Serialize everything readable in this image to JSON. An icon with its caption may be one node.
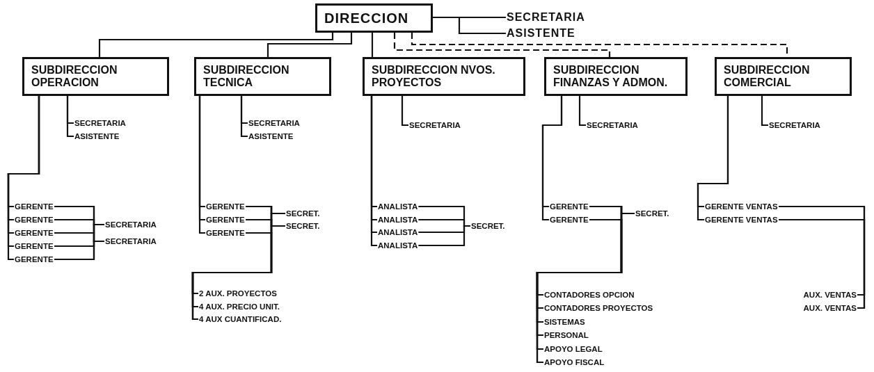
{
  "diagram": {
    "nodes": [
      {
        "text": [
          "DIRECCION"
        ]
      },
      {
        "text": [
          "SECRETARIA"
        ]
      },
      {
        "text": [
          "ASISTENTE"
        ]
      },
      {
        "text": [
          "SUBDIRECCION OPERACION"
        ]
      },
      {
        "text": [
          "SUBDIRECCION TECNICA"
        ]
      },
      {
        "text": [
          "SUBDIRECCION NVOS. PROYECTOS"
        ]
      },
      {
        "text": [
          "SUBDIRECCION FINANZAS Y ADMON."
        ]
      },
      {
        "text": [
          "SUBDIRECCION COMERCIAL"
        ]
      },
      {
        "text": [
          "SECRETARIA"
        ]
      },
      {
        "text": [
          "ASISTENTE"
        ]
      },
      {
        "text": [
          "GERENTE"
        ]
      },
      {
        "text": [
          "GERENTE"
        ]
      },
      {
        "text": [
          "GERENTE"
        ]
      },
      {
        "text": [
          "GERENTE"
        ]
      },
      {
        "text": [
          "GERENTE"
        ]
      },
      {
        "text": [
          "SECRETARIA"
        ]
      },
      {
        "text": [
          "SECRETARIA"
        ]
      },
      {
        "text": [
          "SECRETARIA"
        ]
      },
      {
        "text": [
          "ASISTENTE"
        ]
      },
      {
        "text": [
          "GERENTE"
        ]
      },
      {
        "text": [
          "GERENTE"
        ]
      },
      {
        "text": [
          "GERENTE"
        ]
      },
      {
        "text": [
          "SECRET."
        ]
      },
      {
        "text": [
          "SECRET."
        ]
      },
      {
        "text": [
          "2 AUX. PROYECTOS"
        ]
      },
      {
        "text": [
          "4 AUX. PRECIO UNIT."
        ]
      },
      {
        "text": [
          "4 AUX CUANTIFICAD."
        ]
      },
      {
        "text": [
          "SECRETARIA"
        ]
      },
      {
        "text": [
          "ANALISTA"
        ]
      },
      {
        "text": [
          "ANALISTA"
        ]
      },
      {
        "text": [
          "ANALISTA"
        ]
      },
      {
        "text": [
          "ANALISTA"
        ]
      },
      {
        "text": [
          "SECRET."
        ]
      },
      {
        "text": [
          "SECRETARIA"
        ]
      },
      {
        "text": [
          "GERENTE"
        ]
      },
      {
        "text": [
          "GERENTE"
        ]
      },
      {
        "text": [
          "SECRET."
        ]
      },
      {
        "text": [
          "CONTADORES OPCION"
        ]
      },
      {
        "text": [
          "CONTADORES PROYECTOS"
        ]
      },
      {
        "text": [
          "SISTEMAS"
        ]
      },
      {
        "text": [
          "PERSONAL"
        ]
      },
      {
        "text": [
          "APOYO LEGAL"
        ]
      },
      {
        "text": [
          "APOYO FISCAL"
        ]
      },
      {
        "text": [
          "SECRETARIA"
        ]
      },
      {
        "text": [
          "GERENTE VENTAS"
        ]
      },
      {
        "text": [
          "GERENTE VENTAS"
        ]
      },
      {
        "text": [
          "AUX. VENTAS"
        ]
      },
      {
        "text": [
          "AUX. VENTAS"
        ]
      }
    ],
    "edges": [
      {
        "from": 0,
        "to": 1,
        "arrow": "none"
      },
      {
        "from": 0,
        "to": 2,
        "arrow": "none"
      },
      {
        "from": 0,
        "to": 3,
        "arrow": "none"
      },
      {
        "from": 0,
        "to": 4,
        "arrow": "none"
      },
      {
        "from": 0,
        "to": 5,
        "arrow": "none"
      },
      {
        "from": 0,
        "to": 6,
        "arrow": "none",
        "style": "dashed"
      },
      {
        "from": 0,
        "to": 7,
        "arrow": "none",
        "style": "dashed"
      },
      {
        "from": 3,
        "to": 8,
        "arrow": "none"
      },
      {
        "from": 3,
        "to": 9,
        "arrow": "none"
      },
      {
        "from": 3,
        "to": 10,
        "arrow": "none"
      },
      {
        "from": 3,
        "to": 11,
        "arrow": "none"
      },
      {
        "from": 3,
        "to": 12,
        "arrow": "none"
      },
      {
        "from": 3,
        "to": 13,
        "arrow": "none"
      },
      {
        "from": 3,
        "to": 14,
        "arrow": "none"
      },
      {
        "from": 10,
        "to": 15,
        "arrow": "none"
      },
      {
        "from": 11,
        "to": 15,
        "arrow": "none"
      },
      {
        "from": 12,
        "to": 15,
        "arrow": "none"
      },
      {
        "from": 13,
        "to": 15,
        "arrow": "none"
      },
      {
        "from": 14,
        "to": 15,
        "arrow": "none"
      },
      {
        "from": 10,
        "to": 16,
        "arrow": "none"
      },
      {
        "from": 11,
        "to": 16,
        "arrow": "none"
      },
      {
        "from": 12,
        "to": 16,
        "arrow": "none"
      },
      {
        "from": 13,
        "to": 16,
        "arrow": "none"
      },
      {
        "from": 14,
        "to": 16,
        "arrow": "none"
      },
      {
        "from": 4,
        "to": 17,
        "arrow": "none"
      },
      {
        "from": 4,
        "to": 18,
        "arrow": "none"
      },
      {
        "from": 4,
        "to": 19,
        "arrow": "none"
      },
      {
        "from": 4,
        "to": 20,
        "arrow": "none"
      },
      {
        "from": 4,
        "to": 21,
        "arrow": "none"
      },
      {
        "from": 19,
        "to": 22,
        "arrow": "none"
      },
      {
        "from": 20,
        "to": 22,
        "arrow": "none"
      },
      {
        "from": 21,
        "to": 22,
        "arrow": "none"
      },
      {
        "from": 19,
        "to": 23,
        "arrow": "none"
      },
      {
        "from": 20,
        "to": 23,
        "arrow": "none"
      },
      {
        "from": 21,
        "to": 23,
        "arrow": "none"
      },
      {
        "from": 19,
        "to": 24,
        "arrow": "none"
      },
      {
        "from": 20,
        "to": 24,
        "arrow": "none"
      },
      {
        "from": 21,
        "to": 24,
        "arrow": "none"
      },
      {
        "from": 19,
        "to": 25,
        "arrow": "none"
      },
      {
        "from": 20,
        "to": 25,
        "arrow": "none"
      },
      {
        "from": 21,
        "to": 25,
        "arrow": "none"
      },
      {
        "from": 19,
        "to": 26,
        "arrow": "none"
      },
      {
        "from": 20,
        "to": 26,
        "arrow": "none"
      },
      {
        "from": 21,
        "to": 26,
        "arrow": "none"
      },
      {
        "from": 5,
        "to": 27,
        "arrow": "none"
      },
      {
        "from": 5,
        "to": 28,
        "arrow": "none"
      },
      {
        "from": 5,
        "to": 29,
        "arrow": "none"
      },
      {
        "from": 5,
        "to": 30,
        "arrow": "none"
      },
      {
        "from": 5,
        "to": 31,
        "arrow": "none"
      },
      {
        "from": 28,
        "to": 32,
        "arrow": "none"
      },
      {
        "from": 29,
        "to": 32,
        "arrow": "none"
      },
      {
        "from": 30,
        "to": 32,
        "arrow": "none"
      },
      {
        "from": 31,
        "to": 32,
        "arrow": "none"
      },
      {
        "from": 6,
        "to": 33,
        "arrow": "none"
      },
      {
        "from": 6,
        "to": 34,
        "arrow": "none"
      },
      {
        "from": 6,
        "to": 35,
        "arrow": "none"
      },
      {
        "from": 34,
        "to": 36,
        "arrow": "none"
      },
      {
        "from": 35,
        "to": 36,
        "arrow": "none"
      },
      {
        "from": 34,
        "to": 37,
        "arrow": "none"
      },
      {
        "from": 35,
        "to": 37,
        "arrow": "none"
      },
      {
        "from": 34,
        "to": 38,
        "arrow": "none"
      },
      {
        "from": 35,
        "to": 38,
        "arrow": "none"
      },
      {
        "from": 34,
        "to": 39,
        "arrow": "none"
      },
      {
        "from": 35,
        "to": 39,
        "arrow": "none"
      },
      {
        "from": 34,
        "to": 40,
        "arrow": "none"
      },
      {
        "from": 35,
        "to": 40,
        "arrow": "none"
      },
      {
        "from": 34,
        "to": 41,
        "arrow": "none"
      },
      {
        "from": 35,
        "to": 41,
        "arrow": "none"
      },
      {
        "from": 34,
        "to": 42,
        "arrow": "none"
      },
      {
        "from": 35,
        "to": 42,
        "arrow": "none"
      },
      {
        "from": 7,
        "to": 43,
        "arrow": "none"
      },
      {
        "from": 7,
        "to": 44,
        "arrow": "none"
      },
      {
        "from": 7,
        "to": 45,
        "arrow": "none"
      },
      {
        "from": 44,
        "to": 46,
        "arrow": "none"
      },
      {
        "from": 45,
        "to": 46,
        "arrow": "none"
      },
      {
        "from": 44,
        "to": 47,
        "arrow": "none"
      },
      {
        "from": 45,
        "to": 47,
        "arrow": "none"
      }
    ]
  }
}
